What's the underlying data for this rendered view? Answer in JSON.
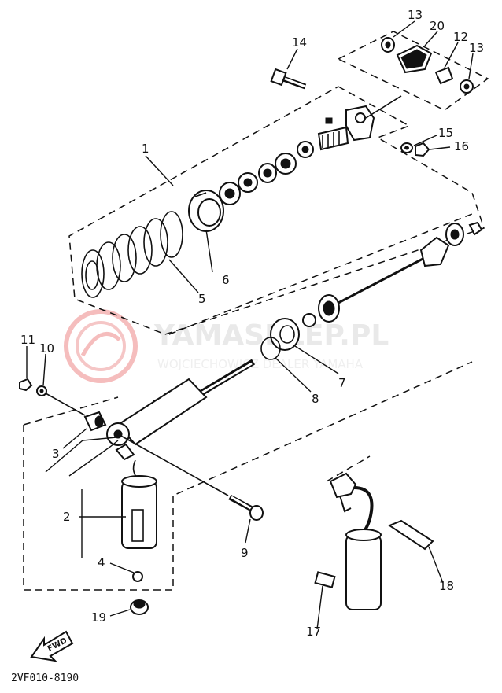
{
  "diagram": {
    "code": "2VF010-8190",
    "fwd": "FWD",
    "callouts": {
      "c1": "1",
      "c2": "2",
      "c3": "3",
      "c4": "4",
      "c5": "5",
      "c6": "6",
      "c7": "7",
      "c8": "8",
      "c9": "9",
      "c10": "10",
      "c11": "11",
      "c12": "12",
      "c13a": "13",
      "c13b": "13",
      "c14": "14",
      "c15": "15",
      "c16": "16",
      "c17": "17",
      "c18": "18",
      "c19": "19",
      "c20": "20"
    }
  },
  "watermark": {
    "brand": "YAMASKLEP.PL",
    "tagline": "WOJCIECHOWICZ DEALER YAMAHA",
    "color": "#e53935"
  }
}
